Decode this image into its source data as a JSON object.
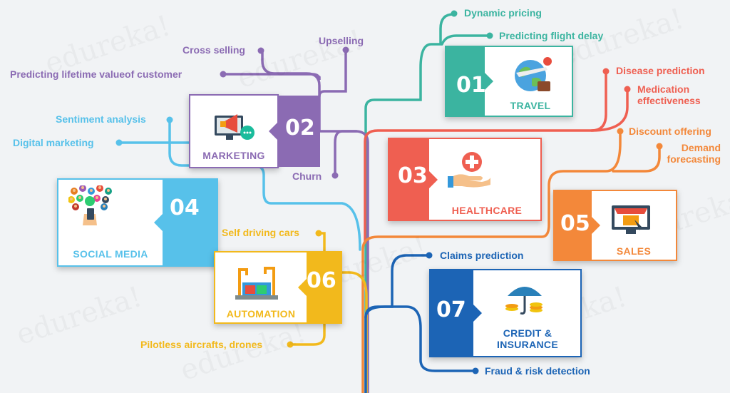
{
  "watermark": "edureka!",
  "branches": [
    {
      "id": "01",
      "number": "01",
      "title": "TRAVEL",
      "color": "#3bb4a0",
      "icon": "globe-airplane-icon",
      "leaves": [
        "Dynamic pricing",
        "Predicting flight delay"
      ]
    },
    {
      "id": "02",
      "number": "02",
      "title": "MARKETING",
      "color": "#8b6bb3",
      "icon": "megaphone-monitor-icon",
      "leaves": [
        "Upselling",
        "Cross selling",
        "Predicting lifetime valueof customer",
        "Churn"
      ]
    },
    {
      "id": "03",
      "number": "03",
      "title": "HEALTHCARE",
      "color": "#ef5f51",
      "icon": "hand-medical-cross-icon",
      "leaves": [
        "Disease prediction",
        "Medication effectiveness"
      ]
    },
    {
      "id": "04",
      "number": "04",
      "title": "SOCIAL MEDIA",
      "color": "#57c1ea",
      "icon": "social-network-people-icon",
      "leaves": [
        "Sentiment analysis",
        "Digital marketing"
      ]
    },
    {
      "id": "05",
      "number": "05",
      "title": "SALES",
      "color": "#f3883a",
      "icon": "online-shop-icon",
      "leaves": [
        "Discount offering",
        "Demand forecasting"
      ]
    },
    {
      "id": "06",
      "number": "06",
      "title": "AUTOMATION",
      "color": "#f2b91c",
      "icon": "robot-arms-icon",
      "leaves": [
        "Self driving cars",
        "Pilotless aircrafts, drones"
      ]
    },
    {
      "id": "07",
      "number": "07",
      "title": "CREDIT & INSURANCE",
      "color": "#1c64b5",
      "icon": "umbrella-coins-icon",
      "leaves": [
        "Claims prediction",
        "Fraud & risk detection"
      ]
    }
  ]
}
